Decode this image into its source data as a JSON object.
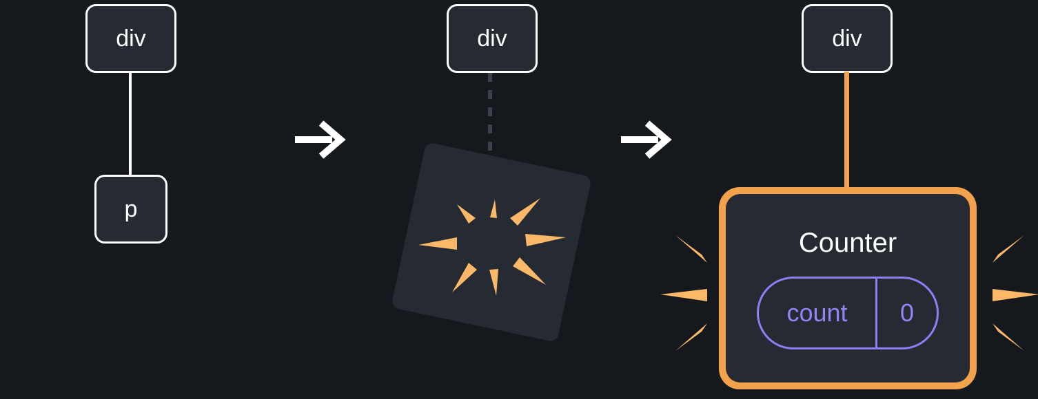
{
  "step1": {
    "node": "div",
    "child": "p"
  },
  "step2": {
    "node": "div"
  },
  "step3": {
    "node": "div",
    "card_title": "Counter",
    "pill": {
      "key": "count",
      "value": "0"
    }
  },
  "colors": {
    "background": "#15181D",
    "node_bg": "#262B33",
    "node_border": "#FFFFFF",
    "arrow": "#FFFFFF",
    "orange": "#F2A14C",
    "orange_light": "#FBB868",
    "purple": "#8B80F6",
    "text": "#FFFFFF"
  },
  "icons": {
    "arrow": "right-arrow-icon",
    "burst": "spark-burst-icon",
    "emphasis": "emphasis-rays-icon"
  }
}
